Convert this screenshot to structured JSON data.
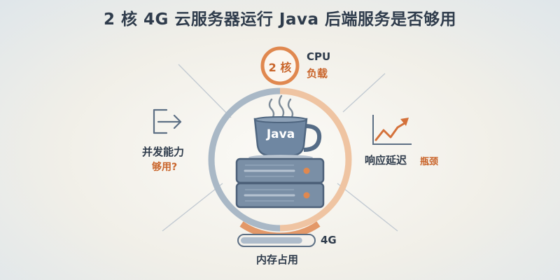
{
  "title": "2 核 4G 云服务器运行 Java 后端服务是否够用",
  "cpu": {
    "badge": "2 核",
    "label": "CPU",
    "sublabel": "负载"
  },
  "cup": {
    "text": "Java"
  },
  "concurrency": {
    "label": "并发能力",
    "sublabel": "够用?"
  },
  "latency": {
    "label": "响应延迟",
    "sublabel": "瓶颈"
  },
  "memory": {
    "value": "4G",
    "label": "内存占用"
  },
  "icons": [
    "share-arrow-icon",
    "line-chart-icon",
    "coffee-cup-icon",
    "server-icon",
    "steam-icon"
  ],
  "colors": {
    "accent": "#e0884f",
    "accent_dark": "#c9652b",
    "steel": "#8fa3b6",
    "navy": "#2f3c4c",
    "server": "#7388a0"
  }
}
